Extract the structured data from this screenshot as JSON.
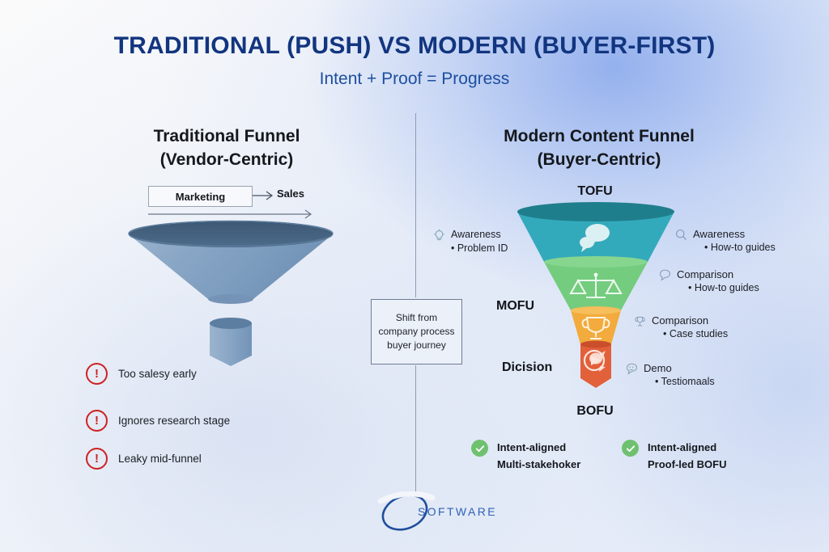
{
  "header": {
    "title": "TRADITIONAL (PUSH) VS MODERN (BUYER-FIRST)",
    "subtitle": "Intent + Proof = Progress",
    "title_color": "#12357f",
    "subtitle_color": "#1d4fa0"
  },
  "left_panel": {
    "title_line1": "Traditional Funnel",
    "title_line2": "(Vendor-Centric)",
    "flow": {
      "box_label": "Marketing",
      "target_label": "Sales",
      "arrow_icon": "arrow-right-icon",
      "progress_arrow_icon": "long-arrow-right-icon"
    },
    "funnel": {
      "shape": "cone",
      "rim_color": "#3f5b78",
      "body_top_color": "#7e9cbd",
      "body_bottom_color": "#86a4c4",
      "has_detached_spout": true
    },
    "issues": [
      {
        "icon": "warning-circle-icon",
        "label": "Too salesy early"
      },
      {
        "icon": "warning-circle-icon",
        "label": "Ignores research stage"
      },
      {
        "icon": "warning-circle-icon",
        "label": "Leaky mid-funnel"
      }
    ],
    "issue_color": "#cc2222"
  },
  "center": {
    "shift_note_line1": "Shift from",
    "shift_note_line2": "company process",
    "shift_note_line3": "buyer journey"
  },
  "right_panel": {
    "title_line1": "Modern Content Funnel",
    "title_line2": "(Buyer-Centric)",
    "stage_labels": {
      "tofu": "TOFU",
      "mofu": "MOFU",
      "decision": "Dicision",
      "bofu": "BOFU"
    },
    "bands": [
      {
        "stage": "TOFU",
        "color": "#33aabb",
        "rim_color": "#1f7e8c",
        "icon": "speech-bubbles-icon"
      },
      {
        "stage": "MOFU",
        "color": "#74cc7e",
        "rim_color": "#5cb968",
        "icon": "scales-icon"
      },
      {
        "stage": "Dicision",
        "color": "#f2ab3c",
        "rim_color": "#dd9a2e",
        "icon": "trophy-icon"
      },
      {
        "stage": "BOFU",
        "color": "#e2603a",
        "rim_color": "#c94f2c",
        "icon": "play-bubble-icon"
      }
    ],
    "annotations_left": [
      {
        "icon": "lightbulb-icon",
        "label": "Awareness",
        "bullet": "• Problem ID"
      }
    ],
    "annotations_right": [
      {
        "icon": "search-icon",
        "label": "Awareness",
        "bullet": "• How-to guides"
      },
      {
        "icon": "speech-bubble-icon",
        "label": "Comparison",
        "bullet": "• How-to guides"
      },
      {
        "icon": "trophy-outline-icon",
        "label": "Comparison",
        "bullet": "• Case studies"
      },
      {
        "icon": "chat-face-icon",
        "label": "Demo",
        "bullet": "• Testiomaals"
      }
    ],
    "benefits": [
      {
        "icon": "check-circle-icon",
        "line1": "Intent-aligned",
        "line2": "Multi-stakehoker"
      },
      {
        "icon": "check-circle-icon",
        "line1": "Intent-aligned",
        "line2": "Proof-led BOFU"
      }
    ],
    "benefit_color": "#6fc16f"
  },
  "footer": {
    "logo_icon": "swoosh-ellipse-logo",
    "logo_text": "SOFTWARE",
    "logo_color": "#2f62b5"
  }
}
